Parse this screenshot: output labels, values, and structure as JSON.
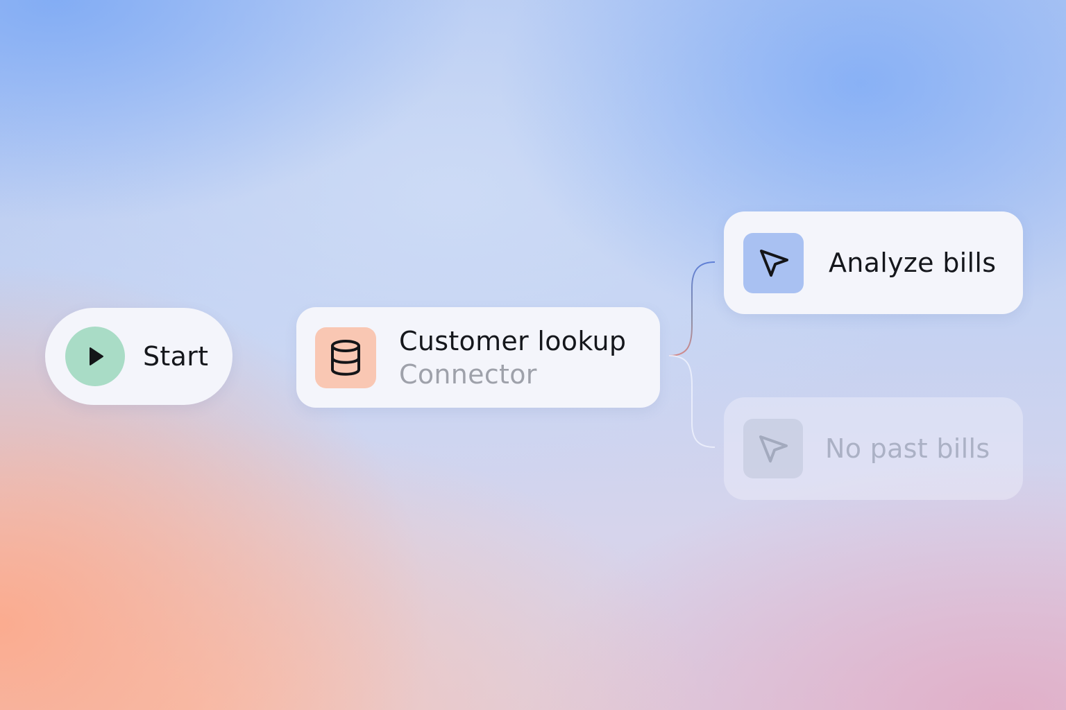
{
  "flow": {
    "start": {
      "label": "Start",
      "icon": "play-icon",
      "icon_bg": "#a9dcc6"
    },
    "connector": {
      "title": "Customer lookup",
      "subtitle": "Connector",
      "icon": "database-icon",
      "icon_bg": "#f9c7b3"
    },
    "branches": [
      {
        "label": "Analyze bills",
        "icon": "cursor-arrow-icon",
        "icon_bg": "#a9c1f2",
        "state": "active"
      },
      {
        "label": "No past bills",
        "icon": "cursor-arrow-icon",
        "state": "inactive"
      }
    ]
  }
}
